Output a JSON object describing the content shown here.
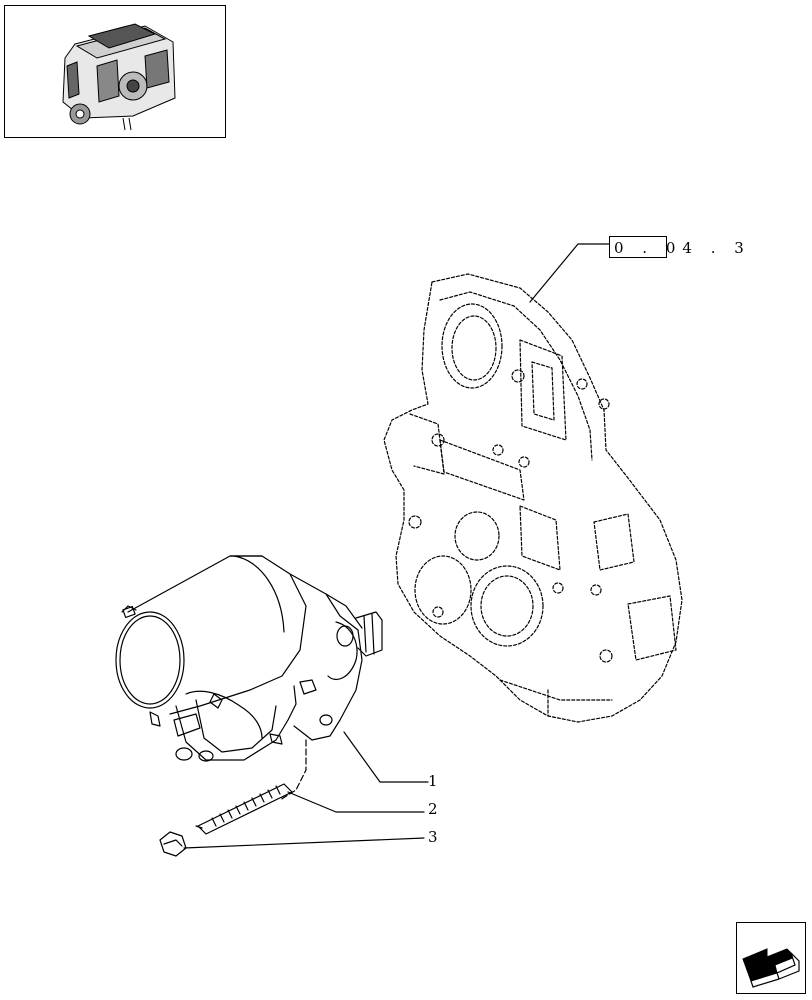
{
  "reference": {
    "text": "0 . 04 . 3"
  },
  "callouts": [
    {
      "id": "1",
      "label": "1"
    },
    {
      "id": "2",
      "label": "2"
    },
    {
      "id": "3",
      "label": "3"
    }
  ],
  "icons": {
    "engine_thumbnail": "engine-icon",
    "next_page": "arrow-icon"
  },
  "colors": {
    "line": "#000000",
    "background": "#ffffff"
  }
}
